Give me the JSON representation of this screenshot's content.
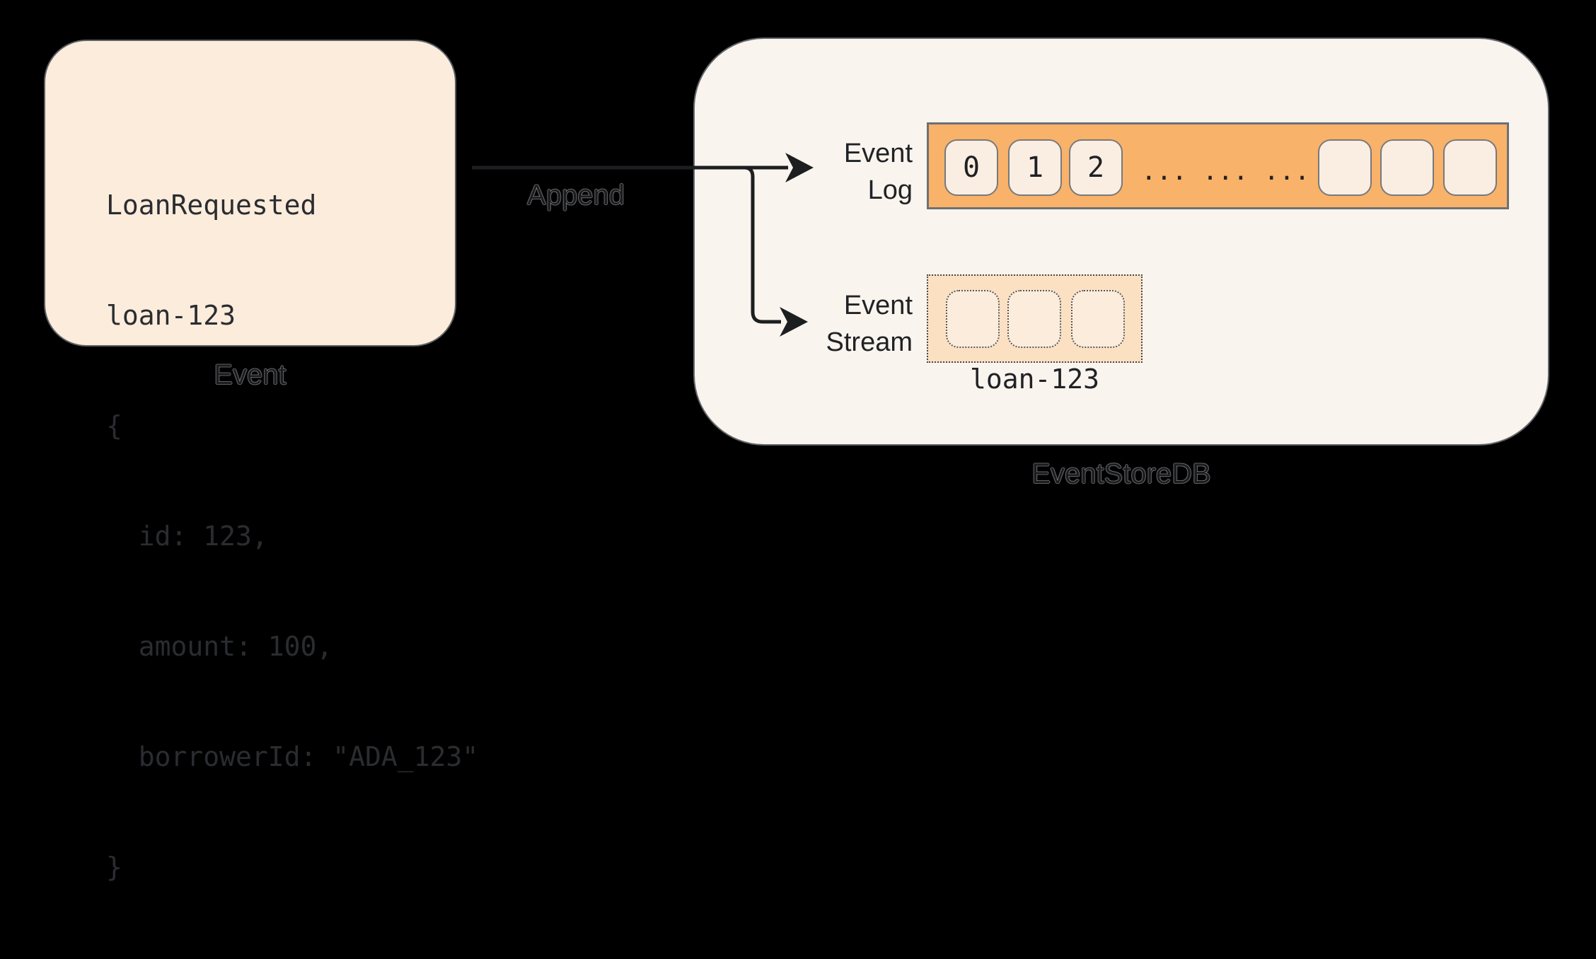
{
  "event_card": {
    "label": "Event",
    "code_lines": [
      "LoanRequested",
      "loan-123",
      "{",
      "  id: 123,",
      "  amount: 100,",
      "  borrowerId: \"ADA_123\"",
      "}"
    ]
  },
  "append_label": "Append",
  "event_store": {
    "label": "EventStoreDB",
    "event_log": {
      "label_line1": "Event",
      "label_line2": "Log",
      "cells": [
        "0",
        "1",
        "2"
      ],
      "dots": "... ... ...",
      "empty_cell_count": 3
    },
    "event_stream": {
      "label_line1": "Event",
      "label_line2": "Stream",
      "stream_name": "loan-123",
      "empty_cell_count": 3
    }
  },
  "colors": {
    "background": "#000000",
    "card_fill": "#fcecdc",
    "container_fill": "#faf4ee",
    "log_bar_fill": "#f9b269",
    "log_cell_fill": "#faeee2",
    "stream_box_fill": "#fbe0c2",
    "stream_cell_fill": "#fcecdb",
    "arrow": "#1d1e20",
    "text": "#202226"
  }
}
